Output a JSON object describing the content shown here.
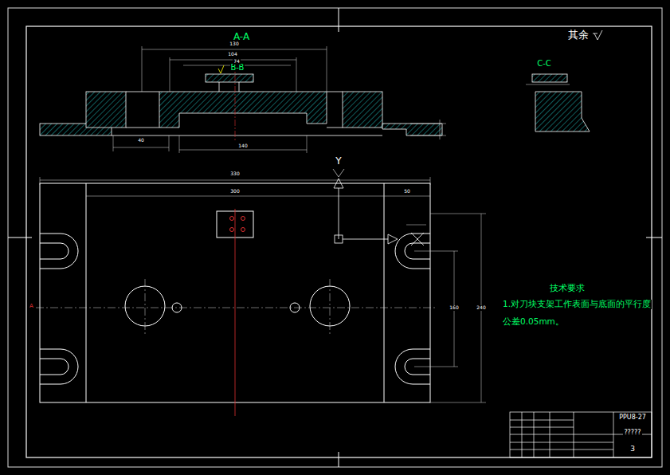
{
  "diagram": {
    "labels": [
      "A-A",
      "B-B",
      "C-C",
      "其余",
      "技术要求",
      "1.对刀块支架工作表面与底面的平行度",
      "公差0.05mm。",
      "Y",
      "PPU8-27",
      "?????",
      "3",
      "A",
      "130",
      "104",
      "74",
      "40",
      "140",
      "330",
      "300",
      "50",
      "160",
      "240"
    ]
  }
}
